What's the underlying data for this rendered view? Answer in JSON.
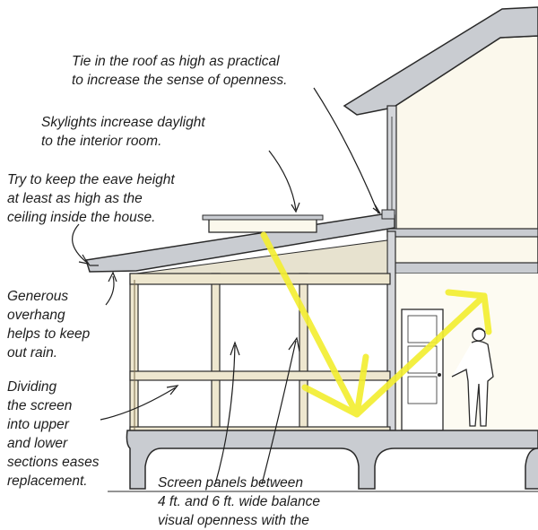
{
  "annotations": {
    "roof_tie": [
      "Tie in the roof as high as practical",
      "to increase the sense of openness."
    ],
    "skylights": [
      "Skylights increase daylight",
      "to the interior room."
    ],
    "eave_height": [
      "Try to keep the eave height",
      "at least as high as the",
      "ceiling inside the house."
    ],
    "overhang": [
      "Generous",
      "overhang",
      "helps to keep",
      "out rain."
    ],
    "dividing": [
      "Dividing",
      "the screen",
      "into upper",
      "and lower",
      "sections eases",
      "replacement."
    ],
    "screen_panels": [
      "Screen panels between",
      "4 ft. and 6 ft. wide balance",
      "visual openness with the"
    ]
  },
  "colors": {
    "ink": "#1e1e1e",
    "wall_gray": "#c9ccd1",
    "wall_fill": "#fbf8ec",
    "interior": "#fdfbf2",
    "frame": "#eee7cf",
    "sunlight": "#f3ee33"
  }
}
